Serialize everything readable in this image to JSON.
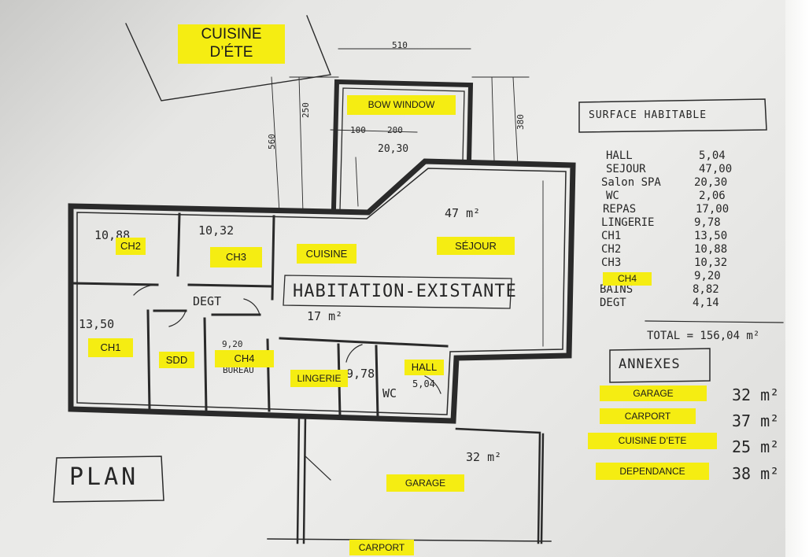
{
  "rooms": {
    "cuisine_ete": "CUISINE D’ÉTE",
    "bow_window": "BOW WINDOW",
    "ch2": "CH2",
    "ch3": "CH3",
    "cuisine": "CUISINE",
    "sejour": "SÉJOUR",
    "ch1": "CH1",
    "sdd": "SDD",
    "ch4": "CH4",
    "lingerie": "LINGERIE",
    "hall": "HALL",
    "garage": "GARAGE",
    "carport": "CARPORT",
    "ch4_table": "CH4"
  },
  "annexes_labels": {
    "garage": "GARAGE",
    "carport": "CARPORT",
    "cuisine_ete": "CUISINE D’ETE",
    "dependance": "DEPENDANCE"
  },
  "drawing": {
    "main_title": "HABITATION-EXISTANTE",
    "plan_title": "PLAN",
    "surface_title": "SURFACE HABITABLE",
    "annexes_title": "ANNEXES",
    "total": "TOTAL = 156,04 m²",
    "dims": {
      "top_width": "510",
      "d_250": "250",
      "d_560": "560",
      "d_380": "380",
      "d_100": "100",
      "d_200": "200",
      "d_2030": "20,30",
      "d_1088": "10,88",
      "d_1032": "10,32",
      "d_47": "47 m²",
      "d_17": "17 m²",
      "d_1350": "13,50",
      "d_920": "9,20",
      "d_978": "9,78",
      "d_504": "5,04",
      "d_32": "32 m²",
      "degt": "DEGT",
      "bureau": "BUREAU",
      "wc": "WC"
    },
    "surface_rows": [
      {
        "name": "HALL",
        "value": "5,04"
      },
      {
        "name": "SEJOUR",
        "value": "47,00"
      },
      {
        "name": "Salon SPA",
        "value": "20,30"
      },
      {
        "name": "WC",
        "value": "2,06"
      },
      {
        "name": "REPAS",
        "value": "17,00"
      },
      {
        "name": "LINGERIE",
        "value": "9,78"
      },
      {
        "name": "CH1",
        "value": "13,50"
      },
      {
        "name": "CH2",
        "value": "10,88"
      },
      {
        "name": "CH3",
        "value": "10,32"
      },
      {
        "name": "",
        "value": "9,20"
      },
      {
        "name": "BAINS",
        "value": "8,82"
      },
      {
        "name": "DEGT",
        "value": "4,14"
      }
    ],
    "annexes_values": [
      "32 m²",
      "37 m²",
      "25 m²",
      "38 m²"
    ]
  },
  "colors": {
    "highlight": "#f5ed12",
    "ink": "#262626"
  }
}
